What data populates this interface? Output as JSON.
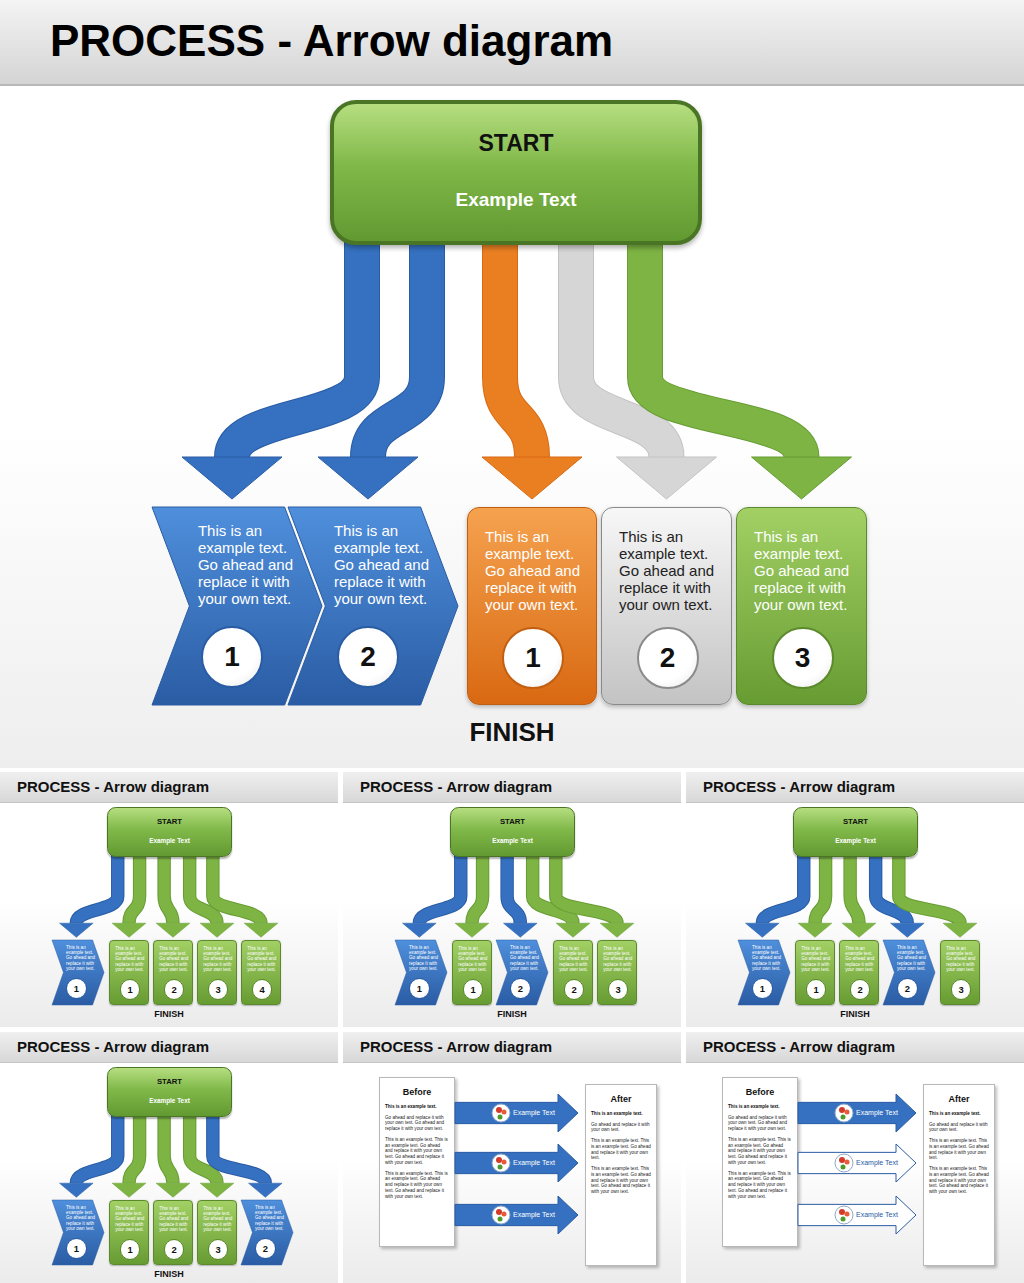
{
  "diagram": {
    "title": "PROCESS - Arrow diagram",
    "nodes": [
      {
        "text": [
          "START",
          "Example Text"
        ]
      },
      {
        "text": [
          "This is an example text. Go ahead and replace it with your own text."
        ]
      },
      {
        "text": [
          "1"
        ],
        "in": 1
      },
      {
        "text": [
          "This is an example text. Go ahead and replace it with your own text."
        ]
      },
      {
        "text": [
          "2"
        ],
        "in": 3
      },
      {
        "text": [
          "This is an example text. Go ahead and replace it with your own text."
        ]
      },
      {
        "text": [
          "1"
        ],
        "in": 5
      },
      {
        "text": [
          "This is an example text. Go ahead and replace it with your own text."
        ]
      },
      {
        "text": [
          "2"
        ],
        "in": 7
      },
      {
        "text": [
          "This is an example text. Go ahead and replace it with your own text."
        ]
      },
      {
        "text": [
          "3"
        ],
        "in": 9
      },
      {
        "text": [
          "PROCESS - Arrow diagram"
        ]
      },
      {
        "text": [
          "START",
          "Example Text"
        ],
        "in": 11
      },
      {
        "text": [
          "This is an example text. Go ahead and replace it with your own text."
        ],
        "in": 11
      },
      {
        "text": [
          "1"
        ],
        "in": 13
      },
      {
        "text": [
          "This is an example text. Go ahead and replace it with your own text."
        ],
        "in": 11
      },
      {
        "text": [
          "1"
        ],
        "in": 15
      },
      {
        "text": [
          "This is an example text. Go ahead and replace it with your own text."
        ],
        "in": 11
      },
      {
        "text": [
          "2"
        ],
        "in": 17
      },
      {
        "text": [
          "This is an example text. Go ahead and replace it with your own text."
        ],
        "in": 11
      },
      {
        "text": [
          "3"
        ],
        "in": 19
      },
      {
        "text": [
          "This is an example text. Go ahead and replace it with your own text."
        ],
        "in": 11
      },
      {
        "text": [
          "4"
        ],
        "in": 21
      },
      {
        "text": [
          "PROCESS - Arrow diagram"
        ]
      },
      {
        "text": [
          "START",
          "Example Text"
        ],
        "in": 23
      },
      {
        "text": [
          "This is an example text. Go ahead and replace it with your own text."
        ],
        "in": 23
      },
      {
        "text": [
          "1"
        ],
        "in": 25
      },
      {
        "text": [
          "This is an example text. Go ahead and replace it with your own text."
        ],
        "in": 23
      },
      {
        "text": [
          "1"
        ],
        "in": 27
      },
      {
        "text": [
          "This is an example text. Go ahead and replace it with your own text."
        ],
        "in": 23
      },
      {
        "text": [
          "2"
        ],
        "in": 29
      },
      {
        "text": [
          "This is an example text. Go ahead and replace it with your own text."
        ],
        "in": 23
      },
      {
        "text": [
          "2"
        ],
        "in": 31
      },
      {
        "text": [
          "This is an example text. Go ahead and replace it with your own text."
        ],
        "in": 23
      },
      {
        "text": [
          "3"
        ],
        "in": 33
      },
      {
        "text": [
          "PROCESS - Arrow diagram"
        ]
      },
      {
        "text": [
          "START",
          "Example Text"
        ],
        "in": 35
      },
      {
        "text": [
          "This is an example text. Go ahead and replace it with your own text."
        ],
        "in": 35
      },
      {
        "text": [
          "1"
        ],
        "in": 37
      },
      {
        "text": [
          "This is an example text. Go ahead and replace it with your own text."
        ],
        "in": 35
      },
      {
        "text": [
          "1"
        ],
        "in": 39
      },
      {
        "text": [
          "This is an example text. Go ahead and replace it with your own text."
        ],
        "in": 35
      },
      {
        "text": [
          "2"
        ],
        "in": 41
      },
      {
        "text": [
          "This is an example text. Go ahead and replace it with your own text."
        ],
        "in": 35
      },
      {
        "text": [
          "2"
        ],
        "in": 43
      },
      {
        "text": [
          "This is an example text. Go ahead and replace it with your own text."
        ],
        "in": 35
      },
      {
        "text": [
          "3"
        ],
        "in": 45
      },
      {
        "text": [
          "PROCESS - Arrow diagram"
        ]
      },
      {
        "text": [
          "START",
          "Example Text"
        ],
        "in": 47
      },
      {
        "text": [
          "This is an example text. Go ahead and replace it with your own text."
        ],
        "in": 47
      },
      {
        "text": [
          "1"
        ],
        "in": 49
      },
      {
        "text": [
          "This is an example text. Go ahead and replace it with your own text."
        ],
        "in": 47
      },
      {
        "text": [
          "1"
        ],
        "in": 51
      },
      {
        "text": [
          "This is an example text. Go ahead and replace it with your own text."
        ],
        "in": 47
      },
      {
        "text": [
          "2"
        ],
        "in": 53
      },
      {
        "text": [
          "This is an example text. Go ahead and replace it with your own text."
        ],
        "in": 47
      },
      {
        "text": [
          "3"
        ],
        "in": 55
      },
      {
        "text": [
          "This is an example text. Go ahead and replace it with your own text."
        ],
        "in": 47
      },
      {
        "text": [
          "2"
        ],
        "in": 57
      },
      {
        "text": [
          "PROCESS - Arrow diagram"
        ]
      },
      {
        "text": [
          "Before",
          "This is an example text.",
          "Go ahead and replace it with your own text. Go ahead and replace it with your own text.",
          "This is an example text. This is an example text. Go ahead and replace it with your own text. Go ahead and replace it with your own text.",
          "This is an example text. This is an example text. Go ahead and replace it with your own text. Go ahead and replace it with your own text."
        ],
        "in": 59
      },
      {
        "text": [
          "Example Text"
        ],
        "in": 59
      },
      {
        "text": [
          "Example Text"
        ],
        "in": 59
      },
      {
        "text": [
          "Example Text"
        ],
        "in": 59
      },
      {
        "text": [
          "After",
          "This is an example text.",
          "Go ahead and replace it with your own text.",
          "This is an example text. This is an example text. Go ahead and replace it with your own text.",
          "This is an example text. This is an example text. Go ahead and replace it with your own text. Go ahead and replace it with your own text."
        ],
        "in": 59
      },
      {
        "text": [
          "PROCESS - Arrow diagram"
        ]
      },
      {
        "text": [
          "Before",
          "This is an example text.",
          "Go ahead and replace it with your own text. Go ahead and replace it with your own text.",
          "This is an example text. This is an example text. Go ahead and replace it with your own text. Go ahead and replace it with your own text.",
          "This is an example text. This is an example text. Go ahead and replace it with your own text. Go ahead and replace it with your own text."
        ],
        "in": 65
      },
      {
        "text": [
          "Example Text"
        ],
        "in": 65
      },
      {
        "text": [
          "Example Text"
        ],
        "in": 65
      },
      {
        "text": [
          "Example Text"
        ],
        "in": 65
      },
      {
        "text": [
          "After",
          "This is an example text.",
          "Go ahead and replace it with your own text.",
          "This is an example text. This is an example text. Go ahead and replace it with your own text.",
          "This is an example text. This is an example text. Go ahead and replace it with your own text. Go ahead and replace it with your own text."
        ],
        "in": 65
      }
    ],
    "edges": [
      {
        "from": 0,
        "to": 1,
        "arrow": "to"
      },
      {
        "from": 0,
        "to": 3,
        "arrow": "to"
      },
      {
        "from": 0,
        "to": 5,
        "arrow": "to"
      },
      {
        "from": 0,
        "to": 7,
        "arrow": "to"
      },
      {
        "from": 0,
        "to": 9,
        "arrow": "to"
      },
      {
        "from": 12,
        "to": 13,
        "arrow": "to"
      },
      {
        "from": 12,
        "to": 15,
        "arrow": "to"
      },
      {
        "from": 12,
        "to": 17,
        "arrow": "to"
      },
      {
        "from": 12,
        "to": 19,
        "arrow": "to"
      },
      {
        "from": 12,
        "to": 21,
        "arrow": "to"
      },
      {
        "from": 24,
        "to": 25,
        "arrow": "to"
      },
      {
        "from": 24,
        "to": 27,
        "arrow": "to"
      },
      {
        "from": 24,
        "to": 29,
        "arrow": "to"
      },
      {
        "from": 24,
        "to": 31,
        "arrow": "to"
      },
      {
        "from": 24,
        "to": 33,
        "arrow": "to"
      },
      {
        "from": 36,
        "to": 37,
        "arrow": "to"
      },
      {
        "from": 36,
        "to": 39,
        "arrow": "to"
      },
      {
        "from": 36,
        "to": 41,
        "arrow": "to"
      },
      {
        "from": 36,
        "to": 43,
        "arrow": "to"
      },
      {
        "from": 36,
        "to": 45,
        "arrow": "to"
      },
      {
        "from": 48,
        "to": 49,
        "arrow": "to"
      },
      {
        "from": 48,
        "to": 51,
        "arrow": "to"
      },
      {
        "from": 48,
        "to": 53,
        "arrow": "to"
      },
      {
        "from": 48,
        "to": 55,
        "arrow": "to"
      },
      {
        "from": 48,
        "to": 57,
        "arrow": "to"
      }
    ],
    "labels": [
      "FINISH",
      "FINISH",
      "FINISH",
      "FINISH",
      "FINISH"
    ]
  }
}
